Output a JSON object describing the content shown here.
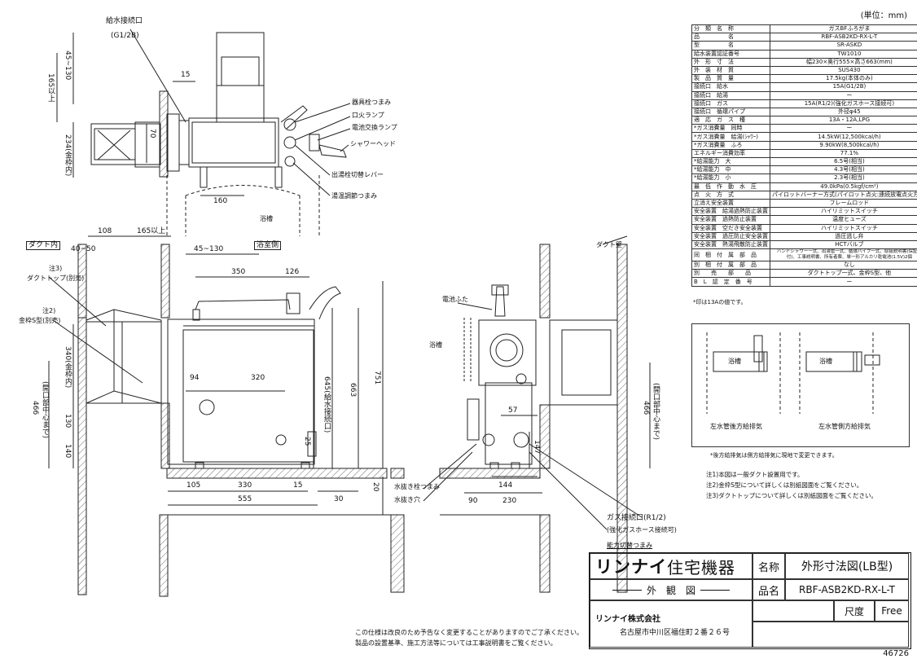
{
  "unit_label": "(単位：mm)",
  "spec_rows": [
    {
      "k": "分　類　名　称",
      "v": "ガスBFふろがま"
    },
    {
      "k": "品　　　　　名",
      "v": "RBF-ASB2KD-RX-L-T"
    },
    {
      "k": "型　　　　　名",
      "v": "SR-ASKD"
    },
    {
      "k": "給水装置認証番号",
      "v": "TW1010"
    },
    {
      "k": "外　形　寸　法",
      "v": "幅230×奥行555×高さ663(mm)"
    },
    {
      "k": "外　装　材　質",
      "v": "SUS430"
    },
    {
      "k": "製　品　質　量",
      "v": "17.5kg(本体のみ)"
    },
    {
      "k": "接続口　給水",
      "v": "15A(G1/2B)"
    },
    {
      "k": "接続口　給湯",
      "v": "ー"
    },
    {
      "k": "接続口　ガス",
      "v": "15A(R1/2)(強化ガスホース接続可)"
    },
    {
      "k": "接続口　循環パイプ",
      "v": "外径φ45"
    },
    {
      "k": "適　応　ガ　ス　種",
      "v": "13A・12A,LPG"
    },
    {
      "k": "*ガス消費量　同時",
      "v": "ー"
    },
    {
      "k": "*ガス消費量　給湯(ｼｬﾜｰ)",
      "v": "14.5kW(12,500kcal/h)"
    },
    {
      "k": "*ガス消費量　ふろ",
      "v": "9.90kW(8,500kcal/h)"
    },
    {
      "k": "エネルギー消費効率",
      "v": "77.1%"
    },
    {
      "k": "*給湯能力　大",
      "v": "6.5号(相当)"
    },
    {
      "k": "*給湯能力　中",
      "v": "4.3号(相当)"
    },
    {
      "k": "*給湯能力　小",
      "v": "2.3号(相当)"
    },
    {
      "k": "最　低　作　動　水　圧",
      "v": "49.0kPa(0.5kgf/cm²)"
    },
    {
      "k": "点　火　方　式",
      "v": "パイロットバーナー方式(パイロット点火:連続放電点火方式)"
    },
    {
      "k": "立消え安全装置",
      "v": "フレームロッド"
    },
    {
      "k": "安全装置　給湯過熱防止装置",
      "v": "ハイリミットスイッチ"
    },
    {
      "k": "安全装置　過熱防止装置",
      "v": "温度ヒューズ"
    },
    {
      "k": "安全装置　空だき安全装置",
      "v": "ハイリミットスイッチ"
    },
    {
      "k": "安全装置　過圧防止安全装置",
      "v": "過圧逃し弁"
    },
    {
      "k": "安全装置　熱湯飛散防止装置",
      "v": "HCTバルブ"
    },
    {
      "k": "同　梱　付　属　部　品",
      "v": "ハンドシャワー一式、出湯管一式、循環パイプ一式、取扱説明書(保証書付)、工事説明書、所有者票、単一形アルカリ乾電池(1.5V)2個"
    },
    {
      "k": "別　梱　付　属　部　品",
      "v": "なし"
    },
    {
      "k": "別　　売　　部　　品",
      "v": "ダクトトップ一式、金枠S型、他"
    },
    {
      "k": "B　L　認　定　番　号",
      "v": "ー"
    }
  ],
  "spec_footnote": "*印は13Aの値です。",
  "figure": {
    "left_caption": "左水管後方給排気",
    "right_caption": "左水管側方給排気",
    "label_bath_left": "浴槽",
    "label_bath_right": "浴槽",
    "note": "*後方給排気は側方給排気に現地で変更できます。"
  },
  "notes": [
    "注1)本図は一般ダクト設置用です。",
    "注2)金枠S型について詳しくは別紙図面をご覧ください。",
    "注3)ダクトトップについて詳しくは別紙図面をご覧ください。"
  ],
  "plan_labels": {
    "water_inlet": "給水接続口",
    "water_inlet_spec": "(G1/2B)",
    "lever_knob": "器具栓つまみ",
    "pilot_lamp": "口火ランプ",
    "battery_lamp": "電池交換ランプ",
    "shower_head": "シャワーヘッド",
    "outlet_lever": "出湯栓切替レバー",
    "temp_knob": "湯温調節つまみ",
    "bath": "浴槽",
    "dim_165": "165以上",
    "dim_45_130": "45~130",
    "dim_15": "15",
    "dim_70": "70",
    "dim_234": "234(金枠内)",
    "dim_160": "160"
  },
  "front_labels": {
    "duct_inside": "ダクト内",
    "bathroom_side": "浴室側",
    "note3": "注3)",
    "duct_top": "ダクトトップ(別売)",
    "note2": "注2)",
    "metal_frame": "金枠S型(別売)",
    "dim_108": "108",
    "dim_165": "165以上",
    "dim_40_50": "40~50",
    "dim_45_130": "45~130",
    "dim_350": "350",
    "dim_126": "126",
    "dim_94": "94",
    "dim_320": "320",
    "dim_340": "340(金枠内)",
    "dim_466": "466",
    "dim_466_sub": "(開口部中心まで)",
    "dim_130": "130",
    "dim_140": "140",
    "dim_645": "645(給水接続口)",
    "dim_663": "663",
    "dim_751": "751",
    "dim_25": "25",
    "dim_105": "105",
    "dim_330": "330",
    "dim_15": "15",
    "dim_555": "555",
    "dim_30": "30",
    "dim_20": "20"
  },
  "side_labels": {
    "duct_wall": "ダクト壁",
    "battery_cover": "電池ふた",
    "bath": "浴槽",
    "dim_57": "57",
    "dim_147": "147",
    "dim_466": "466",
    "dim_466_sub": "(開口部中心まで)",
    "dim_144": "144",
    "dim_90": "90",
    "dim_230": "230",
    "drain_knob": "水抜き栓つまみ",
    "drain_hole": "水抜き穴",
    "gas_inlet": "ガス接続口(R1/2)",
    "gas_inlet_sub": "(強化ガスホース接続可)",
    "capacity_knob": "能力切替つまみ"
  },
  "title_block": {
    "brand_bold": "リンナイ",
    "brand_rest": "住宅機器",
    "subtitle": "外　観　図",
    "company": "リンナイ株式会社",
    "address": "名古屋市中川区福住町２番２６号",
    "name_label": "名称",
    "name_value": "外形寸法図(LB型)",
    "product_label": "品名",
    "product_value": "RBF-ASB2KD-RX-L-T",
    "scale_label": "尺度",
    "scale_value": "Free"
  },
  "footer": [
    "この仕様は改良のため予告なく変更することがありますのでご了承ください。",
    "製品の設置基準、施工方法等については工事説明書をご覧ください。"
  ],
  "doc_number": "46726"
}
